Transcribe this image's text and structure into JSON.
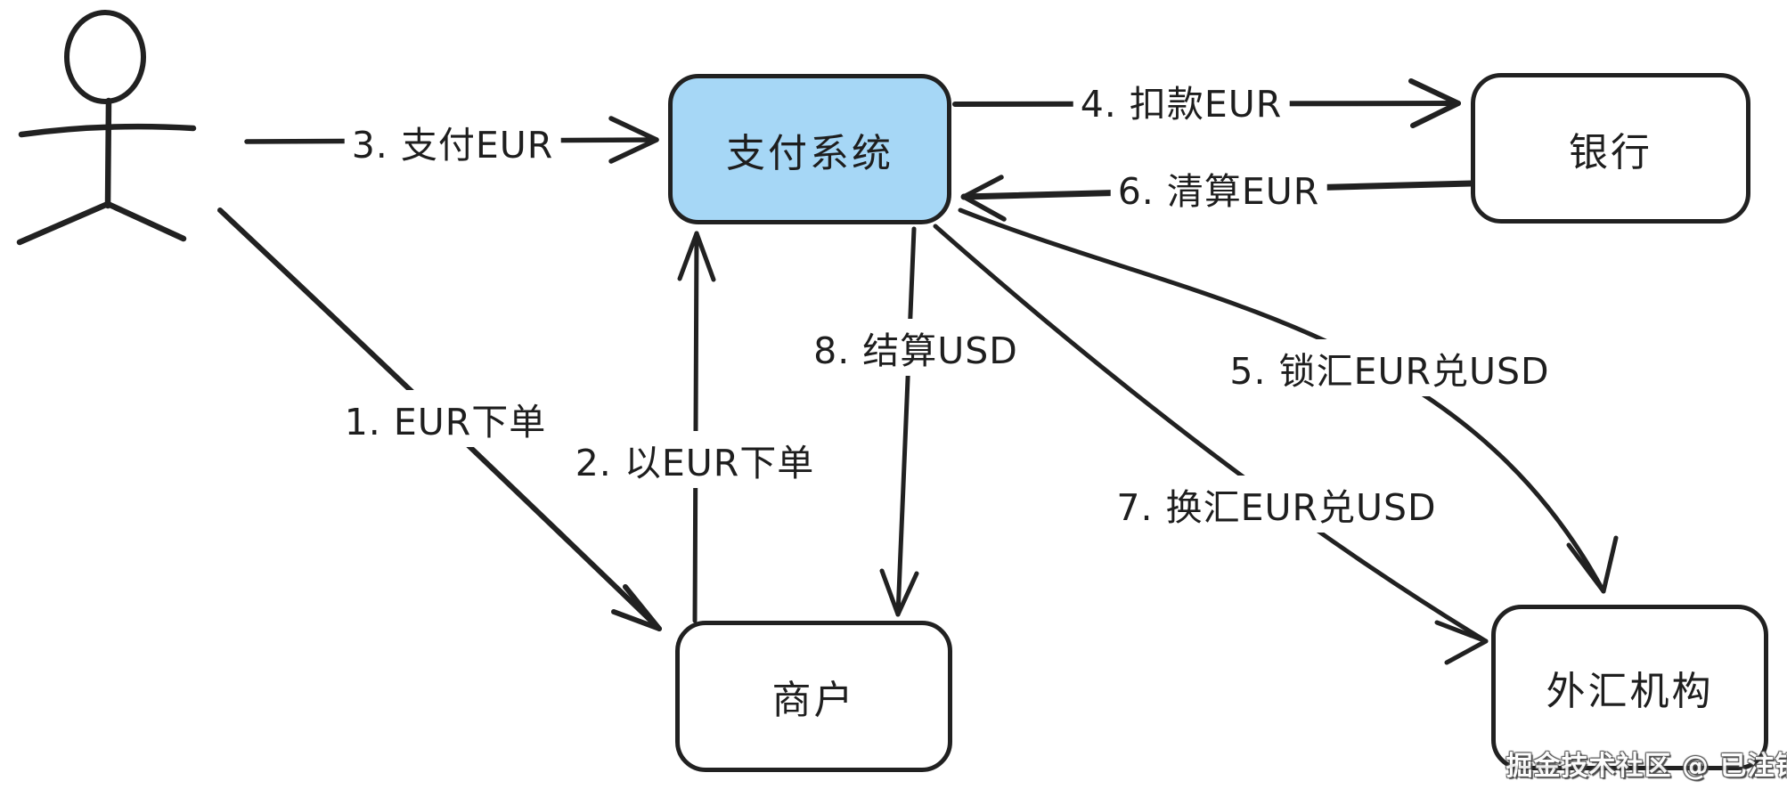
{
  "diagram": {
    "title": "",
    "type": "flow-diagram",
    "background": "#ffffff",
    "stroke_color": "#212121"
  },
  "nodes": {
    "payment_system": {
      "label": "支付系统",
      "fill": "#a6d7f6"
    },
    "bank": {
      "label": "银行",
      "fill": "#ffffff"
    },
    "merchant": {
      "label": "商户",
      "fill": "#ffffff"
    },
    "forex_agency": {
      "label": "外汇机构",
      "fill": "#ffffff"
    }
  },
  "actor": {
    "role": "user-stick-figure"
  },
  "edges": [
    {
      "number": "1",
      "label": "1. EUR下单",
      "from": "user",
      "to": "merchant"
    },
    {
      "number": "2",
      "label": "2. 以EUR下单",
      "from": "merchant",
      "to": "payment_system"
    },
    {
      "number": "3",
      "label": "3. 支付EUR",
      "from": "user",
      "to": "payment_system"
    },
    {
      "number": "4",
      "label": "4. 扣款EUR",
      "from": "payment_system",
      "to": "bank"
    },
    {
      "number": "5",
      "label": "5. 锁汇EUR兑USD",
      "from": "payment_system",
      "to": "forex_agency"
    },
    {
      "number": "6",
      "label": "6. 清算EUR",
      "from": "bank",
      "to": "payment_system"
    },
    {
      "number": "7",
      "label": "7. 换汇EUR兑USD",
      "from": "payment_system",
      "to": "forex_agency"
    },
    {
      "number": "8",
      "label": "8. 结算USD",
      "from": "payment_system",
      "to": "merchant"
    }
  ],
  "watermark": {
    "text": "掘金技术社区 @ 已注销"
  }
}
